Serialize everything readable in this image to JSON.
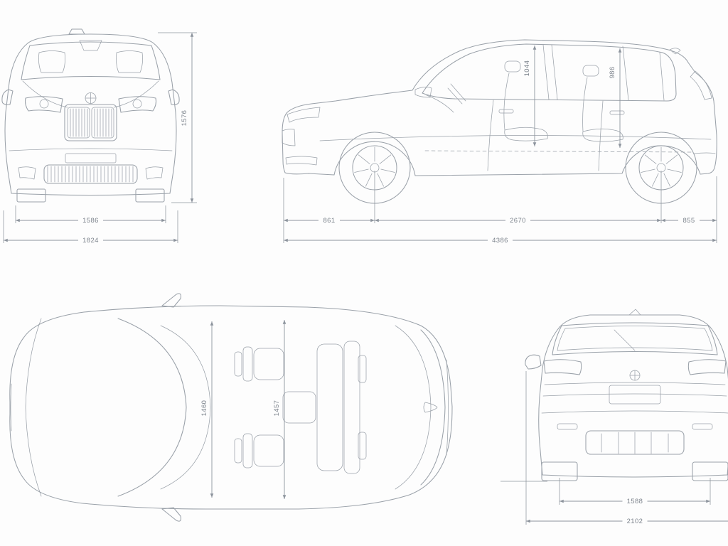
{
  "colors": {
    "line": "#9aa1a9",
    "dimension_line": "#8d949d",
    "dimension_text": "#7c838c",
    "background": "#fdfdfd"
  },
  "views": {
    "front": {
      "overall_height": "1576",
      "track_width": "1586",
      "overall_width": "1824"
    },
    "side": {
      "interior_height_front": "1044",
      "interior_height_rear": "986",
      "front_overhang": "861",
      "wheelbase": "2670",
      "rear_overhang": "855",
      "overall_length": "4386"
    },
    "top": {
      "interior_width_front": "1460",
      "interior_width_rear": "1457"
    },
    "rear": {
      "track_width": "1588",
      "width_incl_mirrors": "2102"
    }
  }
}
